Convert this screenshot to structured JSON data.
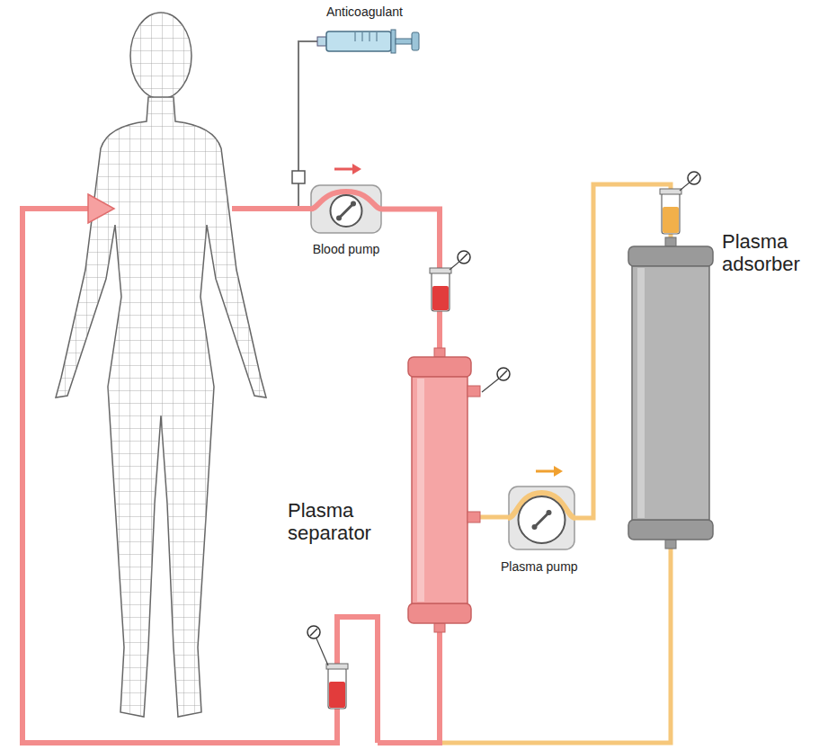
{
  "diagram": {
    "nodes": [
      {
        "text": [
          "Anticoagulant"
        ]
      },
      {
        "text": [
          "Blood pump"
        ]
      },
      {
        "text": [
          "Plasma separator"
        ]
      },
      {
        "text": [
          "Plasma pump"
        ]
      },
      {
        "text": [
          "Plasma adsorber"
        ]
      }
    ],
    "edges": [
      {
        "from": 0,
        "to": 1,
        "arrow": "none"
      },
      {
        "from": 1,
        "to": 2,
        "arrow": "none"
      },
      {
        "from": 2,
        "to": 3,
        "arrow": "none"
      },
      {
        "from": 3,
        "to": 4,
        "arrow": "none"
      }
    ]
  }
}
